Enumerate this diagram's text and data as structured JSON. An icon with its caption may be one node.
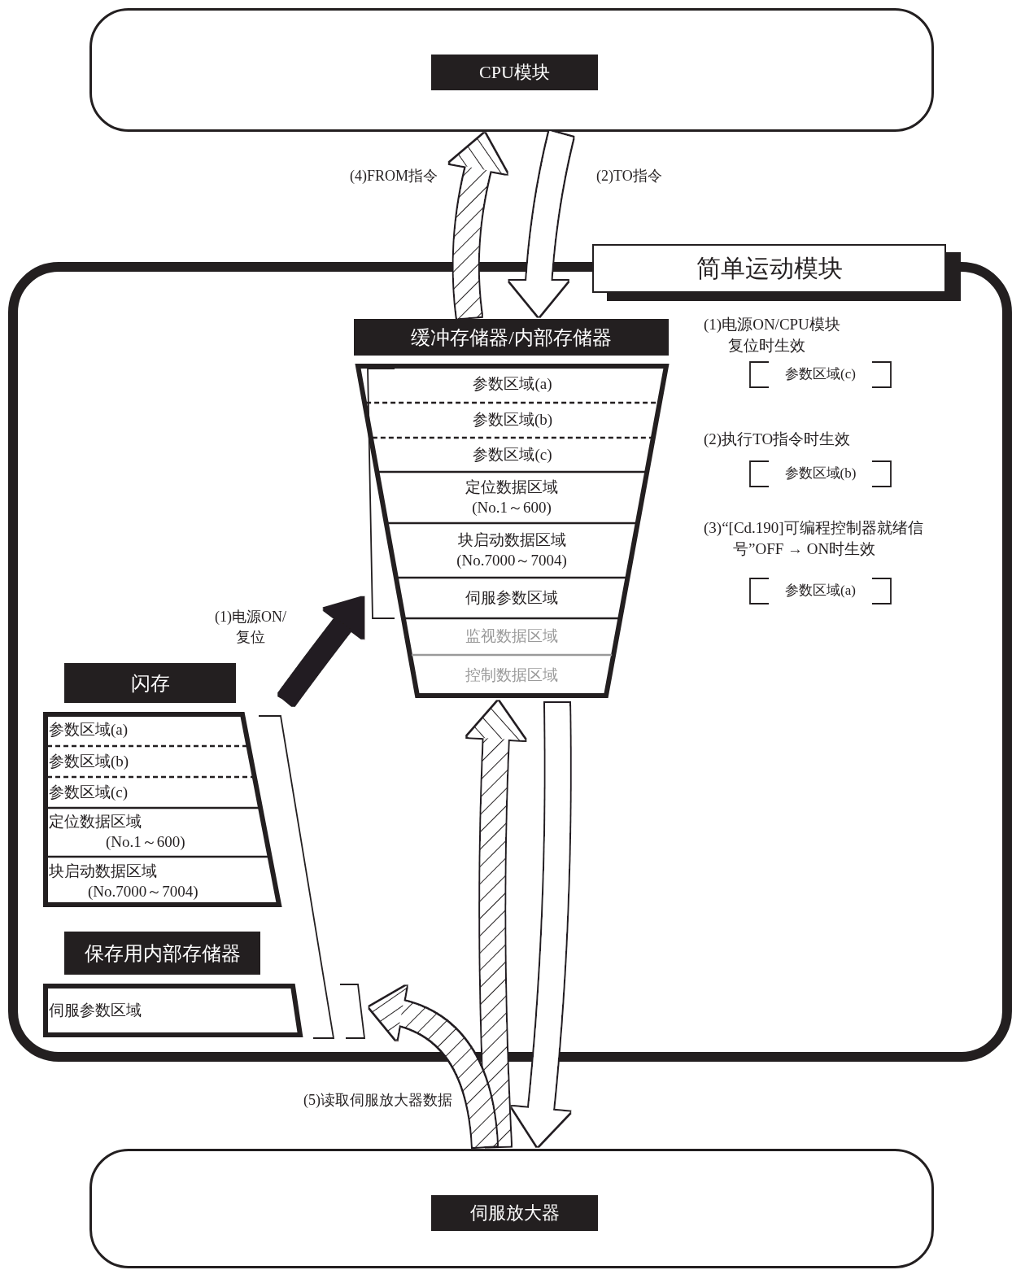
{
  "diagram": {
    "nodes": [
      {
        "text": [
          "CPU模块"
        ]
      },
      {
        "text": [
          "简单运动模块"
        ]
      },
      {
        "text": [
          "缓冲存储器/内部存储器"
        ],
        "in": 1
      },
      {
        "text": [
          "参数区域(a)"
        ],
        "in": 2
      },
      {
        "text": [
          "参数区域(b)"
        ],
        "in": 2
      },
      {
        "text": [
          "参数区域(c)"
        ],
        "in": 2
      },
      {
        "text": [
          "定位数据区域",
          "(No.1～600)"
        ],
        "in": 2
      },
      {
        "text": [
          "块启动数据区域",
          "(No.7000～7004)"
        ],
        "in": 2
      },
      {
        "text": [
          "伺服参数区域"
        ],
        "in": 2
      },
      {
        "text": [
          "监视数据区域"
        ],
        "in": 2
      },
      {
        "text": [
          "控制数据区域"
        ],
        "in": 2
      },
      {
        "text": [
          "闪存"
        ],
        "in": 1
      },
      {
        "text": [
          "参数区域(a)"
        ],
        "in": 11
      },
      {
        "text": [
          "参数区域(b)"
        ],
        "in": 11
      },
      {
        "text": [
          "参数区域(c)"
        ],
        "in": 11
      },
      {
        "text": [
          "定位数据区域",
          "(No.1～600)"
        ],
        "in": 11
      },
      {
        "text": [
          "块启动数据区域",
          "(No.7000～7004)"
        ],
        "in": 11
      },
      {
        "text": [
          "保存用内部存储器"
        ],
        "in": 1
      },
      {
        "text": [
          "伺服参数区域"
        ],
        "in": 17
      },
      {
        "text": [
          "伺服放大器"
        ]
      }
    ],
    "edges": [
      {
        "from": 2,
        "to": 0,
        "arrow": "to",
        "label": "(4)FROM指令"
      },
      {
        "from": 0,
        "to": 2,
        "arrow": "to",
        "label": "(2)TO指令"
      },
      {
        "from": 11,
        "to": 2,
        "arrow": "to",
        "label": "(1)电源ON/复位",
        "color": "#231f20"
      },
      {
        "from": 19,
        "to": 2,
        "arrow": "to",
        "label": "(5)读取伺服放大器数据"
      },
      {
        "from": 19,
        "to": 17,
        "arrow": "to"
      },
      {
        "from": 2,
        "to": 19,
        "arrow": "to"
      }
    ],
    "labels": [
      "(1)电源ON/CPU模块复位时生效",
      "参数区域(c)",
      "(2)执行TO指令时生效",
      "参数区域(b)",
      "(3)“[Cd.190]可编程控制器就绪信号”OFF → ON时生效",
      "参数区域(a)"
    ]
  }
}
